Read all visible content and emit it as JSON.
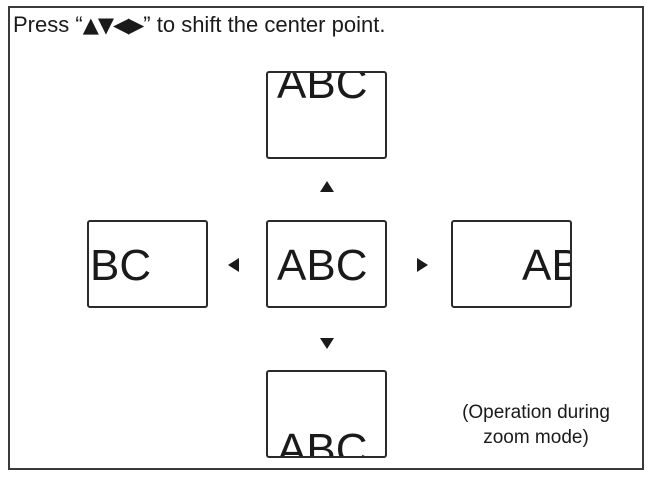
{
  "instruction": {
    "prefix": "Press “",
    "glyphs": "▲▼◀▶",
    "suffix": "” to shift the center point."
  },
  "screens": {
    "top": "ABC",
    "left": "BC",
    "center": "ABC",
    "right": "AB",
    "bottom": "ABC"
  },
  "icons": {
    "up": "triangle-up-icon",
    "down": "triangle-down-icon",
    "left": "triangle-left-icon",
    "right": "triangle-right-icon"
  },
  "note": {
    "line1": "(Operation during",
    "line2": "zoom mode)"
  },
  "colors": {
    "ink": "#1a1a1a",
    "border": "#2a2a2a",
    "background": "#ffffff"
  }
}
